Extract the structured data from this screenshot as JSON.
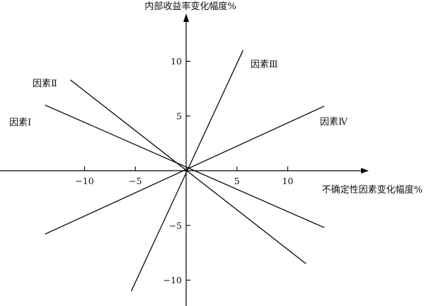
{
  "chart_data": {
    "type": "line",
    "title": "",
    "xlabel": "不确定性因素变化幅度%",
    "ylabel": "内部收益率变化幅度%",
    "xlim": [
      -18,
      17.5
    ],
    "ylim": [
      -12,
      14
    ],
    "x_ticks": [
      -10,
      -5,
      5,
      10
    ],
    "x_tick_labels": [
      "−10",
      "−5",
      "5",
      "10"
    ],
    "y_ticks": [
      10,
      5,
      -5,
      -10
    ],
    "y_tick_labels": [
      "10",
      "5",
      "−5",
      "−10"
    ],
    "grid": false,
    "legend": "none",
    "series": [
      {
        "name": "因素Ⅰ",
        "x": [
          -13.9,
          13.6
        ],
        "y": [
          6.0,
          -5.2
        ]
      },
      {
        "name": "因素Ⅱ",
        "x": [
          -11.4,
          11.8
        ],
        "y": [
          8.3,
          -8.5
        ]
      },
      {
        "name": "因素Ⅲ",
        "x": [
          -5.4,
          5.6
        ],
        "y": [
          -11.0,
          11.0
        ]
      },
      {
        "name": "因素Ⅳ",
        "x": [
          -13.9,
          13.6
        ],
        "y": [
          -5.8,
          5.9
        ]
      }
    ],
    "annotations": [
      {
        "text": "因素Ⅰ",
        "series": 0
      },
      {
        "text": "因素Ⅱ",
        "series": 1
      },
      {
        "text": "因素Ⅲ",
        "series": 2
      },
      {
        "text": "因素Ⅳ",
        "series": 3
      }
    ]
  }
}
